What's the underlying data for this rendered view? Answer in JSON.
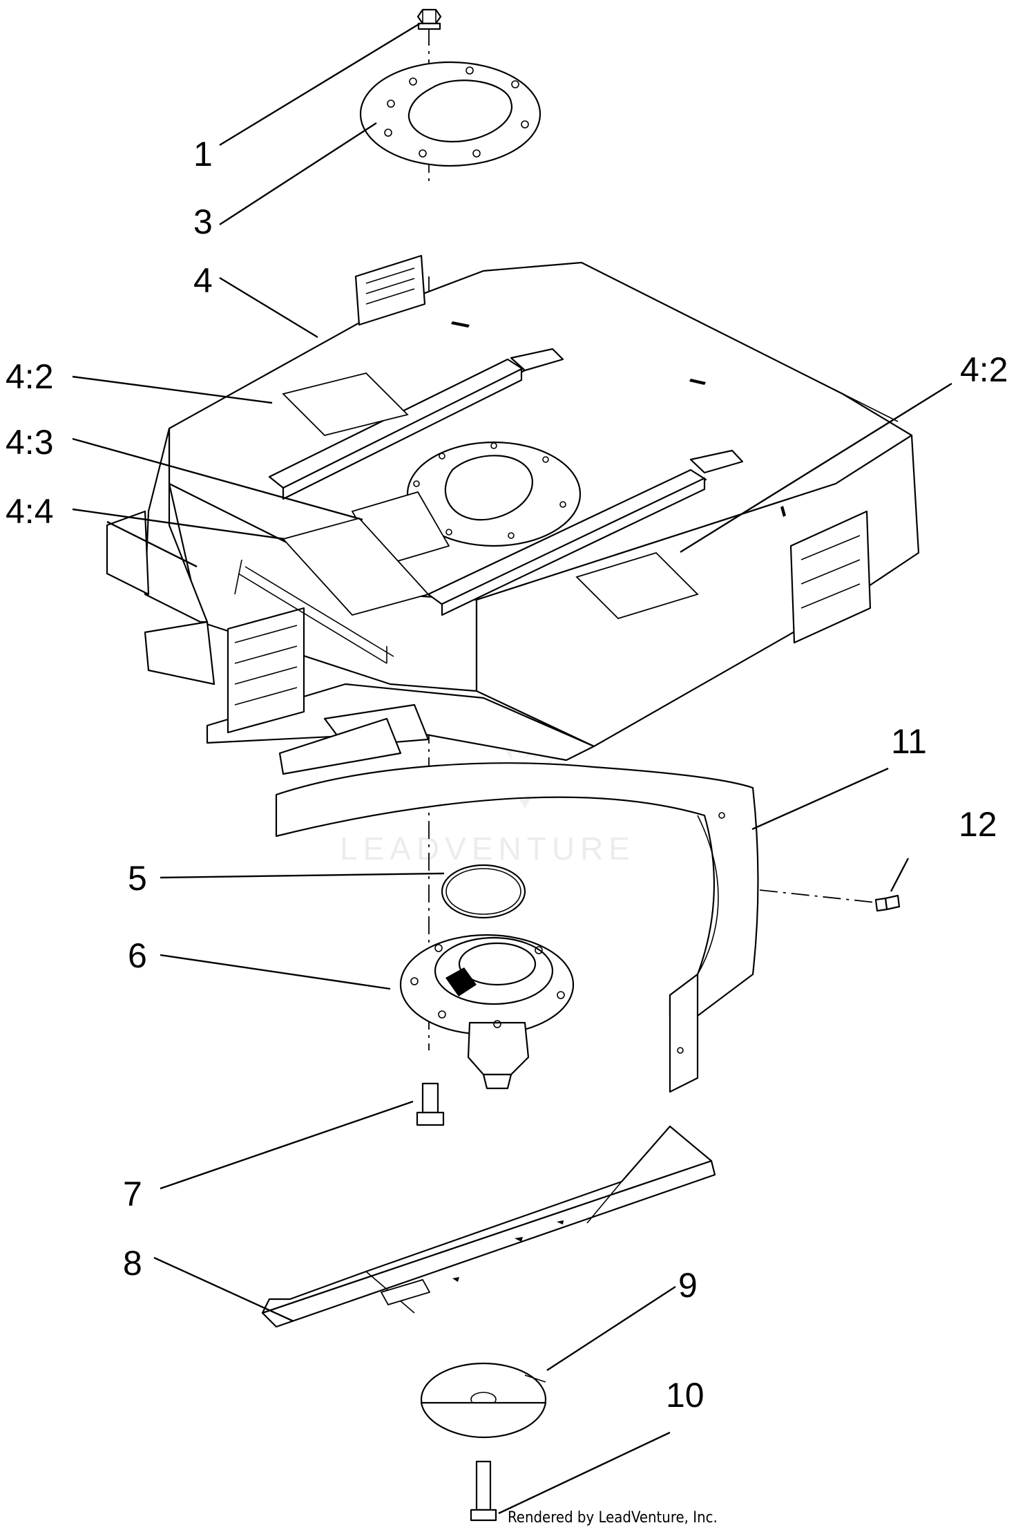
{
  "diagram": {
    "callouts": [
      {
        "id": "c1",
        "label": "1"
      },
      {
        "id": "c3",
        "label": "3"
      },
      {
        "id": "c4",
        "label": "4"
      },
      {
        "id": "c42a",
        "label": "4:2"
      },
      {
        "id": "c42b",
        "label": "4:2"
      },
      {
        "id": "c43",
        "label": "4:3"
      },
      {
        "id": "c44",
        "label": "4:4"
      },
      {
        "id": "c5",
        "label": "5"
      },
      {
        "id": "c6",
        "label": "6"
      },
      {
        "id": "c7",
        "label": "7"
      },
      {
        "id": "c8",
        "label": "8"
      },
      {
        "id": "c9",
        "label": "9"
      },
      {
        "id": "c10",
        "label": "10"
      },
      {
        "id": "c11",
        "label": "11"
      },
      {
        "id": "c12",
        "label": "12"
      }
    ],
    "watermark": "LEADVENTURE",
    "footer": "Rendered by LeadVenture, Inc."
  }
}
